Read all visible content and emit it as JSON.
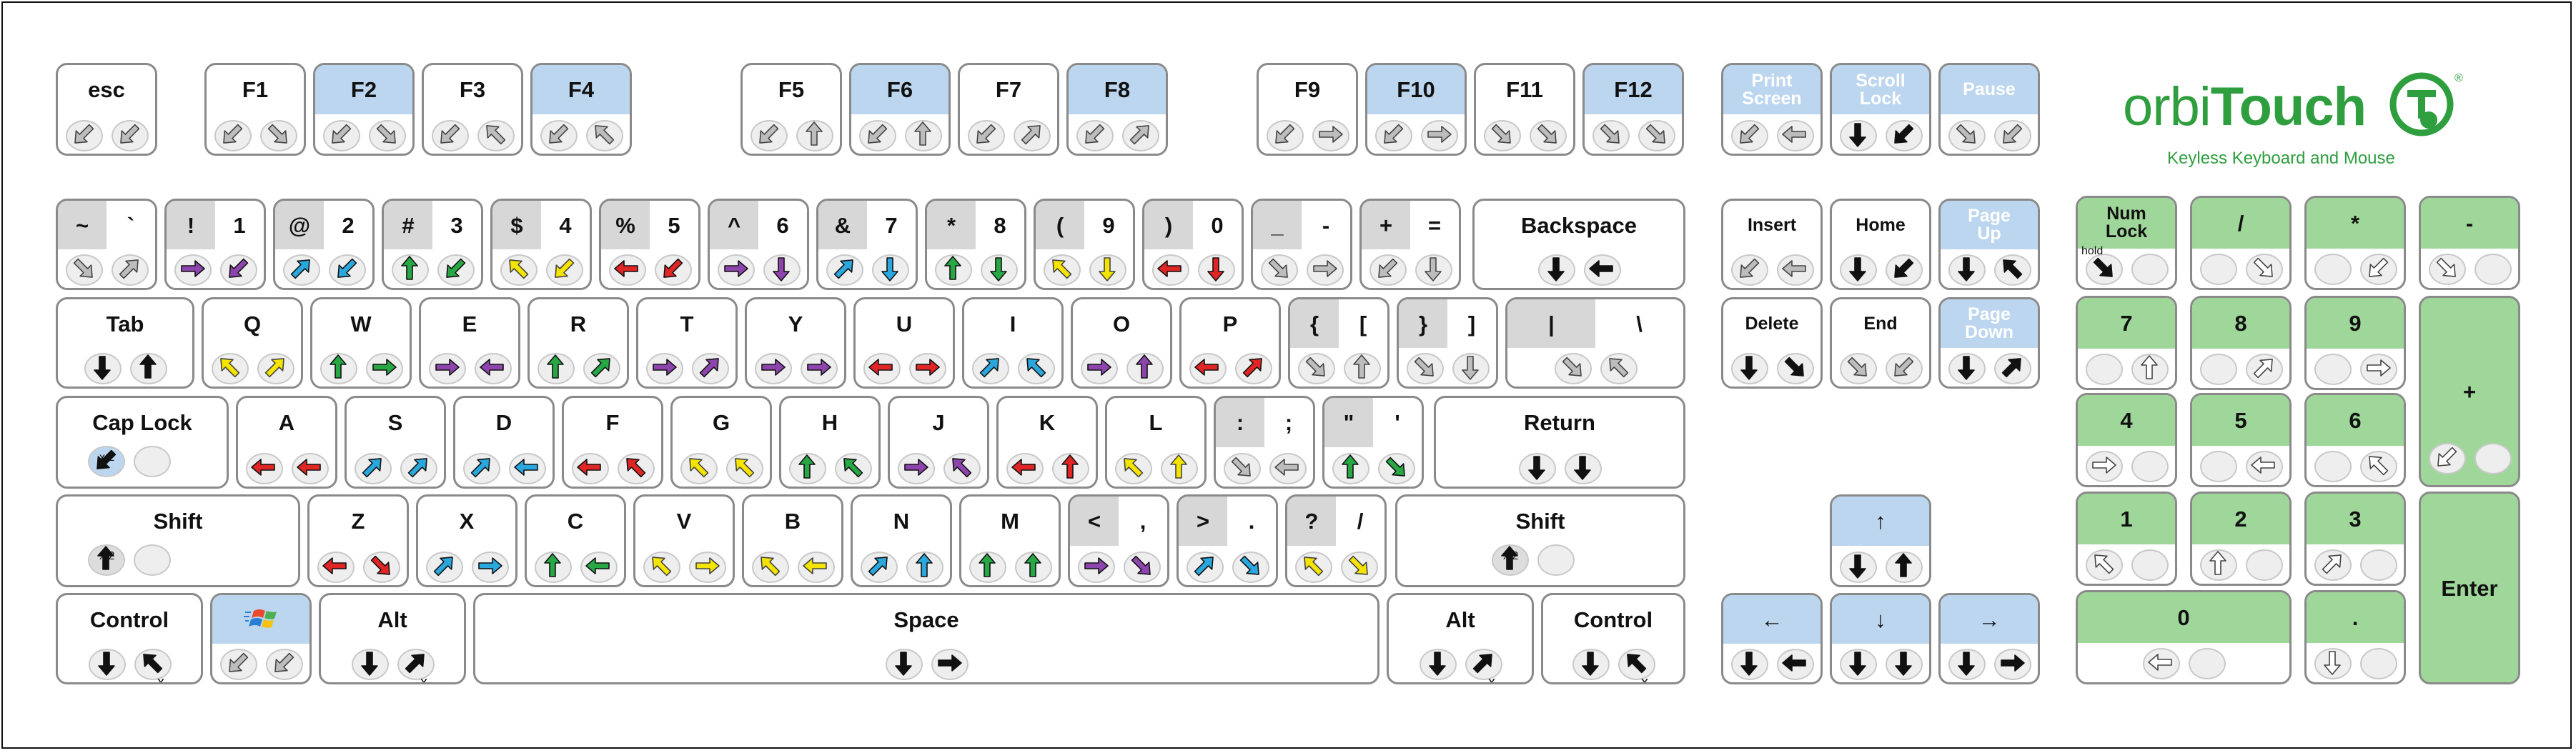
{
  "brand": {
    "name_plain": "orbi",
    "name_bold": "Touch",
    "tagline": "Keyless Keyboard and Mouse",
    "mark": "®",
    "logo_icon": "orbitouch-logo-icon",
    "color": "#2e9e3e"
  },
  "colors": {
    "highlight_blue": "#bcd6ef",
    "highlight_green": "#9fd79a",
    "highlight_gray": "#d7d7d7",
    "arrow_gray": "#bdbdbd",
    "arrow_black": "#111111",
    "arrow_white": "#ffffff",
    "arrow_purple": "#8e44ad",
    "arrow_blue": "#2aa7dd",
    "arrow_green": "#27a845",
    "arrow_yellow": "#f5e400",
    "arrow_red": "#e02525"
  },
  "annotations": {
    "x2": "x 2",
    "hold": "hold"
  },
  "keys": [
    {
      "id": "esc",
      "label": "esc",
      "hl": "none",
      "arrows": [
        "gray-sw",
        "gray-sw"
      ]
    },
    {
      "id": "f1",
      "label": "F1",
      "hl": "none",
      "arrows": [
        "gray-sw",
        "gray-se"
      ]
    },
    {
      "id": "f2",
      "label": "F2",
      "hl": "blue",
      "arrows": [
        "gray-sw",
        "gray-se"
      ]
    },
    {
      "id": "f3",
      "label": "F3",
      "hl": "none",
      "arrows": [
        "gray-sw",
        "gray-nw"
      ]
    },
    {
      "id": "f4",
      "label": "F4",
      "hl": "blue",
      "arrows": [
        "gray-sw",
        "gray-nw"
      ]
    },
    {
      "id": "f5",
      "label": "F5",
      "hl": "none",
      "arrows": [
        "gray-sw",
        "gray-n"
      ]
    },
    {
      "id": "f6",
      "label": "F6",
      "hl": "blue",
      "arrows": [
        "gray-sw",
        "gray-n"
      ]
    },
    {
      "id": "f7",
      "label": "F7",
      "hl": "none",
      "arrows": [
        "gray-sw",
        "gray-ne"
      ]
    },
    {
      "id": "f8",
      "label": "F8",
      "hl": "blue",
      "arrows": [
        "gray-sw",
        "gray-ne"
      ]
    },
    {
      "id": "f9",
      "label": "F9",
      "hl": "none",
      "arrows": [
        "gray-sw",
        "gray-e"
      ]
    },
    {
      "id": "f10",
      "label": "F10",
      "hl": "blue",
      "arrows": [
        "gray-sw",
        "gray-e"
      ]
    },
    {
      "id": "f11",
      "label": "F11",
      "hl": "none",
      "arrows": [
        "gray-se",
        "gray-se"
      ]
    },
    {
      "id": "f12",
      "label": "F12",
      "hl": "blue",
      "arrows": [
        "gray-se",
        "gray-se"
      ]
    },
    {
      "id": "print-screen",
      "label": "Print\nScreen",
      "hl": "blue",
      "white": true,
      "small": true,
      "arrows": [
        "gray-sw",
        "gray-w"
      ]
    },
    {
      "id": "scroll-lock",
      "label": "Scroll\nLock",
      "hl": "blue",
      "white": true,
      "small": true,
      "arrows": [
        "black-s",
        "black-sw"
      ]
    },
    {
      "id": "pause",
      "label": "Pause",
      "hl": "blue",
      "white": true,
      "small": true,
      "arrows": [
        "gray-se",
        "gray-sw"
      ]
    },
    {
      "id": "tilde",
      "pairL": "~",
      "pairR": "`",
      "grayL": true,
      "arrows": [
        "gray-se",
        "gray-ne"
      ]
    },
    {
      "id": "1",
      "pairL": "!",
      "pairR": "1",
      "grayL": true,
      "arrows": [
        "purple-e",
        "purple-sw"
      ]
    },
    {
      "id": "2",
      "pairL": "@",
      "pairR": "2",
      "grayL": true,
      "arrows": [
        "blue-ne",
        "blue-sw"
      ]
    },
    {
      "id": "3",
      "pairL": "#",
      "pairR": "3",
      "grayL": true,
      "arrows": [
        "green-n",
        "green-sw"
      ]
    },
    {
      "id": "4",
      "pairL": "$",
      "pairR": "4",
      "grayL": true,
      "arrows": [
        "yellow-nw",
        "yellow-sw"
      ]
    },
    {
      "id": "5",
      "pairL": "%",
      "pairR": "5",
      "grayL": true,
      "arrows": [
        "red-w",
        "red-sw"
      ]
    },
    {
      "id": "6",
      "pairL": "^",
      "pairR": "6",
      "grayL": true,
      "arrows": [
        "purple-e",
        "purple-s"
      ]
    },
    {
      "id": "7",
      "pairL": "&",
      "pairR": "7",
      "grayL": true,
      "arrows": [
        "blue-ne",
        "blue-s"
      ]
    },
    {
      "id": "8",
      "pairL": "*",
      "pairR": "8",
      "grayL": true,
      "arrows": [
        "green-n",
        "green-s"
      ]
    },
    {
      "id": "9",
      "pairL": "(",
      "pairR": "9",
      "grayL": true,
      "arrows": [
        "yellow-nw",
        "yellow-s"
      ]
    },
    {
      "id": "0",
      "pairL": ")",
      "pairR": "0",
      "grayL": true,
      "arrows": [
        "red-w",
        "red-s"
      ]
    },
    {
      "id": "minus",
      "pairL": "_",
      "pairR": "-",
      "grayL": true,
      "arrows": [
        "gray-se",
        "gray-e"
      ]
    },
    {
      "id": "equals",
      "pairL": "+",
      "pairR": "=",
      "grayL": true,
      "arrows": [
        "gray-sw",
        "gray-s"
      ]
    },
    {
      "id": "backspace",
      "label": "Backspace",
      "hl": "none",
      "arrows": [
        "black-s",
        "black-w"
      ]
    },
    {
      "id": "insert",
      "label": "Insert",
      "hl": "none",
      "small": true,
      "arrows": [
        "gray-sw",
        "gray-w"
      ]
    },
    {
      "id": "home",
      "label": "Home",
      "hl": "none",
      "small": true,
      "arrows": [
        "black-s",
        "black-sw"
      ]
    },
    {
      "id": "page-up",
      "label": "Page\nUp",
      "hl": "blue",
      "white": true,
      "small": true,
      "arrows": [
        "black-s",
        "black-nw"
      ]
    },
    {
      "id": "num-lock",
      "label": "Num\nLock",
      "hl": "green",
      "small": true,
      "arrows": [
        "hold",
        "pad"
      ]
    },
    {
      "id": "num-slash",
      "label": "/",
      "hl": "green",
      "arrows": [
        "pad",
        "white-se"
      ]
    },
    {
      "id": "num-star",
      "label": "*",
      "hl": "green",
      "arrows": [
        "pad",
        "white-sw"
      ]
    },
    {
      "id": "num-minus",
      "label": "-",
      "hl": "green",
      "arrows": [
        "white-se",
        "pad"
      ]
    },
    {
      "id": "tab",
      "label": "Tab",
      "hl": "none",
      "arrows": [
        "black-s",
        "black-n"
      ]
    },
    {
      "id": "q",
      "label": "Q",
      "hl": "none",
      "arrows": [
        "yellow-nw",
        "yellow-ne"
      ]
    },
    {
      "id": "w",
      "label": "W",
      "hl": "none",
      "arrows": [
        "green-n",
        "green-e"
      ]
    },
    {
      "id": "e",
      "label": "E",
      "hl": "none",
      "arrows": [
        "purple-e",
        "purple-w"
      ]
    },
    {
      "id": "r",
      "label": "R",
      "hl": "none",
      "arrows": [
        "green-n",
        "green-ne"
      ]
    },
    {
      "id": "t",
      "label": "T",
      "hl": "none",
      "arrows": [
        "purple-e",
        "purple-ne"
      ]
    },
    {
      "id": "y",
      "label": "Y",
      "hl": "none",
      "arrows": [
        "purple-e",
        "purple-e"
      ]
    },
    {
      "id": "u",
      "label": "U",
      "hl": "none",
      "arrows": [
        "red-w",
        "red-e"
      ]
    },
    {
      "id": "i",
      "label": "I",
      "hl": "none",
      "arrows": [
        "blue-ne",
        "blue-nw"
      ]
    },
    {
      "id": "o",
      "label": "O",
      "hl": "none",
      "arrows": [
        "purple-e",
        "purple-n"
      ]
    },
    {
      "id": "p",
      "label": "P",
      "hl": "none",
      "arrows": [
        "red-w",
        "red-ne"
      ]
    },
    {
      "id": "lbrace",
      "pairL": "{",
      "pairR": "[",
      "grayL": true,
      "arrows": [
        "gray-se",
        "gray-n"
      ]
    },
    {
      "id": "rbrace",
      "pairL": "}",
      "pairR": "]",
      "grayL": true,
      "arrows": [
        "gray-se",
        "gray-s"
      ]
    },
    {
      "id": "pipe",
      "pairL": "|",
      "pairR": "\\",
      "grayL": true,
      "arrows": [
        "gray-se",
        "gray-nw"
      ]
    },
    {
      "id": "delete",
      "label": "Delete",
      "hl": "none",
      "small": true,
      "arrows": [
        "black-s",
        "black-se"
      ]
    },
    {
      "id": "end",
      "label": "End",
      "hl": "none",
      "small": true,
      "arrows": [
        "gray-se",
        "gray-sw"
      ]
    },
    {
      "id": "page-down",
      "label": "Page\nDown",
      "hl": "blue",
      "white": true,
      "small": true,
      "arrows": [
        "black-s",
        "black-ne"
      ]
    },
    {
      "id": "num-7",
      "label": "7",
      "hl": "green",
      "arrows": [
        "pad",
        "white-n"
      ]
    },
    {
      "id": "num-8",
      "label": "8",
      "hl": "green",
      "arrows": [
        "pad",
        "white-ne"
      ]
    },
    {
      "id": "num-9",
      "label": "9",
      "hl": "green",
      "arrows": [
        "pad",
        "white-e"
      ]
    },
    {
      "id": "num-plus",
      "label": "+",
      "hl": "green",
      "full": true,
      "arrows": [
        "white-sw",
        "pad"
      ]
    },
    {
      "id": "caps-lock",
      "label": "Cap Lock",
      "hl": "none",
      "arrows": [
        "caps",
        "pad"
      ]
    },
    {
      "id": "a",
      "label": "A",
      "hl": "none",
      "arrows": [
        "red-w",
        "red-w"
      ]
    },
    {
      "id": "s",
      "label": "S",
      "hl": "none",
      "arrows": [
        "blue-ne",
        "blue-ne"
      ]
    },
    {
      "id": "d",
      "label": "D",
      "hl": "none",
      "arrows": [
        "blue-ne",
        "blue-w"
      ]
    },
    {
      "id": "f",
      "label": "F",
      "hl": "none",
      "arrows": [
        "red-w",
        "red-nw"
      ]
    },
    {
      "id": "g",
      "label": "G",
      "hl": "none",
      "arrows": [
        "yellow-nw",
        "yellow-nw"
      ]
    },
    {
      "id": "h",
      "label": "H",
      "hl": "none",
      "arrows": [
        "green-n",
        "green-nw"
      ]
    },
    {
      "id": "j",
      "label": "J",
      "hl": "none",
      "arrows": [
        "purple-e",
        "purple-nw"
      ]
    },
    {
      "id": "k",
      "label": "K",
      "hl": "none",
      "arrows": [
        "red-w",
        "red-n"
      ]
    },
    {
      "id": "l",
      "label": "L",
      "hl": "none",
      "arrows": [
        "yellow-nw",
        "yellow-n"
      ]
    },
    {
      "id": "colon",
      "pairL": ":",
      "pairR": ";",
      "grayL": true,
      "arrows": [
        "gray-se",
        "gray-w"
      ]
    },
    {
      "id": "quote",
      "pairL": "\"",
      "pairR": "'",
      "grayL": true,
      "arrows": [
        "green-n",
        "green-se"
      ]
    },
    {
      "id": "return",
      "label": "Return",
      "hl": "none",
      "arrows": [
        "black-s",
        "black-s"
      ]
    },
    {
      "id": "num-4",
      "label": "4",
      "hl": "green",
      "arrows": [
        "white-e",
        "pad"
      ]
    },
    {
      "id": "num-5",
      "label": "5",
      "hl": "green",
      "arrows": [
        "pad",
        "white-w"
      ]
    },
    {
      "id": "num-6",
      "label": "6",
      "hl": "green",
      "arrows": [
        "pad",
        "white-nw"
      ]
    },
    {
      "id": "shift-left",
      "label": "Shift",
      "hl": "none",
      "arrows": [
        "shift",
        "pad"
      ]
    },
    {
      "id": "z",
      "label": "Z",
      "hl": "none",
      "arrows": [
        "red-w",
        "red-se"
      ]
    },
    {
      "id": "x",
      "label": "X",
      "hl": "none",
      "arrows": [
        "blue-ne",
        "blue-e"
      ]
    },
    {
      "id": "c",
      "label": "C",
      "hl": "none",
      "arrows": [
        "green-n",
        "green-w"
      ]
    },
    {
      "id": "v",
      "label": "V",
      "hl": "none",
      "arrows": [
        "yellow-nw",
        "yellow-e"
      ]
    },
    {
      "id": "b",
      "label": "B",
      "hl": "none",
      "arrows": [
        "yellow-nw",
        "yellow-w"
      ]
    },
    {
      "id": "n",
      "label": "N",
      "hl": "none",
      "arrows": [
        "blue-ne",
        "blue-n"
      ]
    },
    {
      "id": "m",
      "label": "M",
      "hl": "none",
      "arrows": [
        "green-n",
        "green-n"
      ]
    },
    {
      "id": "comma",
      "pairL": "<",
      "pairR": ",",
      "grayL": true,
      "arrows": [
        "purple-e",
        "purple-se"
      ]
    },
    {
      "id": "period",
      "pairL": ">",
      "pairR": ".",
      "grayL": true,
      "arrows": [
        "blue-ne",
        "blue-se"
      ]
    },
    {
      "id": "slash",
      "pairL": "?",
      "pairR": "/",
      "grayL": true,
      "arrows": [
        "yellow-nw",
        "yellow-se"
      ]
    },
    {
      "id": "shift-right",
      "label": "Shift",
      "hl": "none",
      "arrows": [
        "shift",
        "pad"
      ]
    },
    {
      "id": "arrow-up",
      "label": "↑",
      "hl": "blue",
      "arrows": [
        "black-s",
        "black-n"
      ]
    },
    {
      "id": "num-1",
      "label": "1",
      "hl": "green",
      "arrows": [
        "white-nw",
        "pad"
      ]
    },
    {
      "id": "num-2",
      "label": "2",
      "hl": "green",
      "arrows": [
        "white-n",
        "pad"
      ]
    },
    {
      "id": "num-3",
      "label": "3",
      "hl": "green",
      "arrows": [
        "white-ne",
        "pad"
      ]
    },
    {
      "id": "num-enter",
      "label": "Enter",
      "hl": "green",
      "full": true,
      "arrows": []
    },
    {
      "id": "control-left",
      "label": "Control",
      "hl": "none",
      "arrows": [
        "black-s",
        "black-nw-x2"
      ]
    },
    {
      "id": "windows",
      "label": "",
      "hl": "blue",
      "arrows": [
        "gray-sw",
        "gray-sw"
      ]
    },
    {
      "id": "alt-left",
      "label": "Alt",
      "hl": "none",
      "arrows": [
        "black-s",
        "black-ne-x2"
      ]
    },
    {
      "id": "space",
      "label": "Space",
      "hl": "none",
      "arrows": [
        "black-s",
        "black-e"
      ]
    },
    {
      "id": "alt-right",
      "label": "Alt",
      "hl": "none",
      "arrows": [
        "black-s",
        "black-ne-x2"
      ]
    },
    {
      "id": "control-right",
      "label": "Control",
      "hl": "none",
      "arrows": [
        "black-s",
        "black-nw-x2"
      ]
    },
    {
      "id": "arrow-left",
      "label": "←",
      "hl": "blue",
      "arrows": [
        "black-s",
        "black-w"
      ]
    },
    {
      "id": "arrow-down",
      "label": "↓",
      "hl": "blue",
      "arrows": [
        "black-s",
        "black-s"
      ]
    },
    {
      "id": "arrow-right",
      "label": "→",
      "hl": "blue",
      "arrows": [
        "black-s",
        "black-e"
      ]
    },
    {
      "id": "num-0",
      "label": "0",
      "hl": "green",
      "arrows": [
        "white-w",
        "pad"
      ]
    },
    {
      "id": "num-dot",
      "label": ".",
      "hl": "green",
      "arrows": [
        "white-s",
        "pad"
      ]
    },
    {
      "id": "num-enter-pad",
      "label": "",
      "hl": "none",
      "arrows": []
    }
  ]
}
